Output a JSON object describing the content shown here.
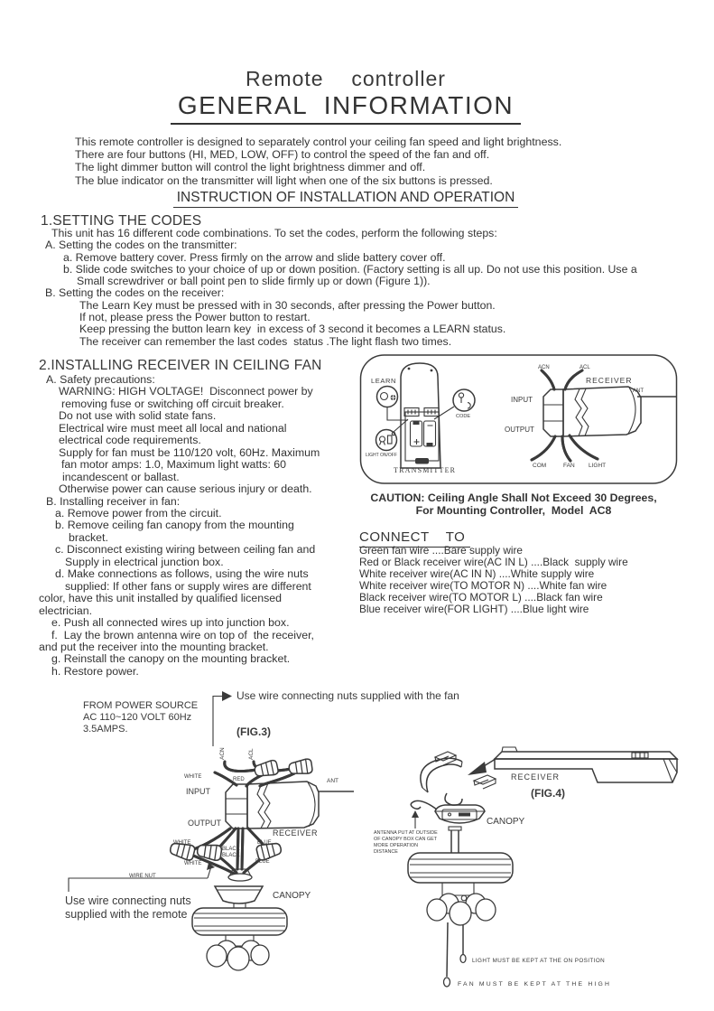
{
  "header": {
    "title_small": "Remote  controller",
    "title_main": "GENERAL  INFORMATION",
    "intro_lines": [
      "This remote controller is designed to separately control your ceiling fan speed and light brightness.",
      "There are four buttons (HI, MED, LOW, OFF) to control the speed of the fan and off.",
      "The light dimmer button will control the light brightness dimmer and off.",
      "The blue indicator on the transmitter will light when one of the six buttons is pressed."
    ],
    "subtitle": "INSTRUCTION OF INSTALLATION AND OPERATION"
  },
  "section1": {
    "heading": "1.SETTING THE CODES",
    "lines": [
      "This unit has 16 different code combinations. To set the codes, perform the following steps:",
      "A. Setting the codes on the transmitter:",
      "a. Remove battery cover. Press firmly on the arrow and slide battery cover off.",
      "b. Slide code switches to your choice of up or down position. (Factory setting is all up. Do not use this position. Use a",
      "Small screwdriver or ball point pen to slide firmly up or down (Figure 1)).",
      "B. Setting the codes on the receiver:",
      "The Learn Key must be pressed with in 30 seconds, after pressing the Power button.",
      "If not, please press the Power button to restart.",
      "Keep pressing the button learn key  in excess of 3 second it becomes a LEARN status.",
      "The receiver can remember the last codes  status .The light flash two times."
    ]
  },
  "section2": {
    "heading": "2.INSTALLING RECEIVER IN CEILING FAN",
    "lines": [
      "A. Safety precautions:",
      "WARNING: HIGH VOLTAGE!  Disconnect power by",
      "removing fuse or switching off circuit breaker.",
      "Do not use with solid state fans.",
      "Electrical wire must meet all local and national",
      "electrical code requirements.",
      "Supply for fan must be 110/120 volt, 60Hz. Maximum",
      "fan motor amps: 1.0, Maximum light watts: 60",
      "incandescent or ballast.",
      "Otherwise power can cause serious injury or death.",
      "B. Installing receiver in fan:",
      "a. Remove power from the circuit.",
      "b. Remove ceiling fan canopy from the mounting",
      "bracket.",
      "c. Disconnect existing wiring between ceiling fan and",
      "Supply in electrical junction box.",
      "d. Make connections as follows, using the wire nuts",
      "supplied: If other fans or supply wires are different",
      "color, have this unit installed by qualified licensed",
      "electrician.",
      "e. Push all connected wires up into junction box.",
      "f.  Lay the brown antenna wire on top of  the receiver,",
      "and put the receiver into the mounting bracket.",
      "g. Reinstall the canopy on the mounting bracket.",
      "h. Restore power."
    ]
  },
  "caution": {
    "line1": "CAUTION: Ceiling Angle Shall Not Exceed 30 Degrees,",
    "line2": "For Mounting Controller,  Model  AC8"
  },
  "connect": {
    "heading": "CONNECT    TO",
    "lines": [
      "Green fan wire ....Bare supply wire",
      "Red or Black receiver wire(AC IN L) ....Black  supply wire",
      "White receiver wire(AC IN N) ....White supply wire",
      "White receiver wire(TO MOTOR N) ....White fan wire",
      "Black receiver wire(TO MOTOR L) ....Black fan wire",
      "Blue receiver wire(FOR LIGHT) ....Blue light wire"
    ]
  },
  "fig1": {
    "learn": "LEARN",
    "code": "CODE",
    "light_onoff": "LIGHT ON/OFF",
    "transmitter": "TRANSMITTER",
    "acn": "ACN",
    "acl": "ACL",
    "receiver": "RECEIVER",
    "ant": "ANT",
    "input": "INPUT",
    "output": "OUTPUT",
    "com": "COM",
    "fan": "FAN",
    "light": "LIGHT"
  },
  "fig3": {
    "note_fan": "Use wire connecting nuts supplied  with the fan",
    "power1": "FROM POWER SOURCE",
    "power2": "AC 110~120 VOLT 60Hz",
    "power3": "3.5AMPS.",
    "fig_label": "(FIG.3)",
    "acn": "ACN",
    "acl": "ACL",
    "white_top": "WHITE",
    "red": "RED",
    "input": "INPUT",
    "output": "OUTPUT",
    "receiver": "RECEIVER",
    "ant": "ANT",
    "white1": "WHITE",
    "white2": "WHITE",
    "black1": "BLACK",
    "black2": "BLACK",
    "blue1": "BLUE",
    "blue2": "BLUE",
    "wire_nut": "WIRE NUT",
    "note_remote1": "Use wire connecting nuts",
    "note_remote2": "supplied with the remote",
    "canopy": "CANOPY"
  },
  "fig4": {
    "receiver": "RECEIVER",
    "fig_label": "(FIG.4)",
    "canopy": "CANOPY",
    "ant_note1": "ANTENNA PUT AT OUTSIDE",
    "ant_note2": "OF CANOPY BOX CAN GET",
    "ant_note3": "MORE OPERATION",
    "ant_note4": "DISTANCE",
    "light_chain": "LIGHT MUST BE  KEPT AT THE  ON POSITION",
    "fan_chain": "FAN MUST BE KEPT AT THE HIGH"
  },
  "colors": {
    "ink": "#3a3a3a",
    "paper": "#ffffff"
  }
}
